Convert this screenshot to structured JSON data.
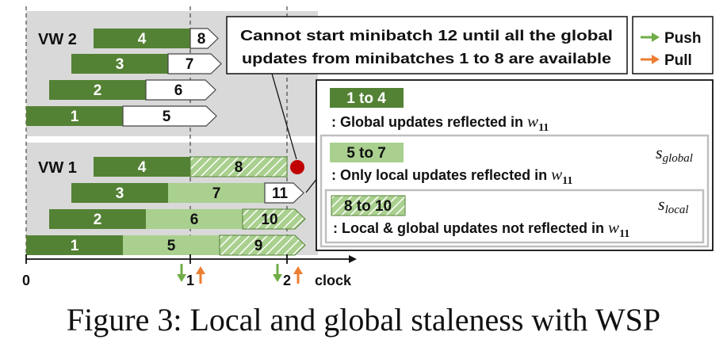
{
  "colors": {
    "dark_green": "#548235",
    "light_green": "#a9d08e",
    "gray_bg": "#d9d9d9",
    "push_arrow": "#70ad47",
    "pull_arrow": "#ed7d31",
    "red_dot": "#c00000"
  },
  "workers": {
    "top": {
      "label": "VW 2",
      "rows": [
        {
          "label": "4",
          "next": "8"
        },
        {
          "label": "3",
          "next": "7"
        },
        {
          "label": "2",
          "next": "6"
        },
        {
          "label": "1",
          "next": "5"
        }
      ]
    },
    "bottom": {
      "label": "VW 1",
      "rows": [
        {
          "label": "4",
          "b": "8"
        },
        {
          "label": "3",
          "b": "7",
          "c": "11"
        },
        {
          "label": "2",
          "b": "6",
          "c": "10"
        },
        {
          "label": "1",
          "b": "5",
          "c": "9"
        }
      ]
    }
  },
  "callout": {
    "line1": "Cannot start minibatch 12 until all the global",
    "line2": "updates from minibatches 1 to 8 are available"
  },
  "legend": {
    "push": "Push",
    "pull": "Pull",
    "items": [
      {
        "swatch": "1 to 4",
        "text": ": Global updates reflected in ",
        "sym": "w",
        "sub": "11",
        "tag": ""
      },
      {
        "swatch": "5 to 7",
        "text": ": Only local updates reflected in ",
        "sym": "w",
        "sub": "11",
        "tag": "s",
        "tag_sub": "global"
      },
      {
        "swatch": "8 to 10",
        "text": ": Local & global updates not reflected in ",
        "sym": "w",
        "sub": "11",
        "tag": "s",
        "tag_sub": "local"
      }
    ]
  },
  "axis": {
    "ticks": [
      "0",
      "1",
      "2"
    ],
    "label": "clock"
  },
  "caption": "Figure 3: Local and global staleness with WSP"
}
